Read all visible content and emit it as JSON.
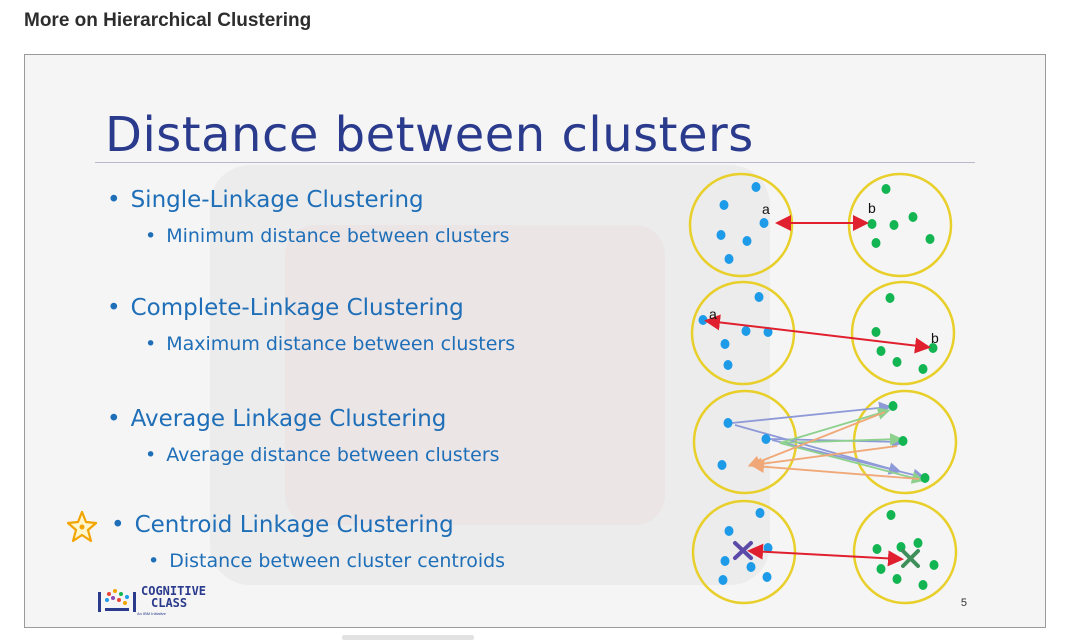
{
  "page": {
    "heading": "More on Hierarchical Clustering"
  },
  "slide": {
    "title": "Distance between clusters",
    "bullets": [
      {
        "label": "Single-Linkage Clustering",
        "sub": "Minimum distance between clusters"
      },
      {
        "label": "Complete-Linkage Clustering",
        "sub": "Maximum distance between clusters"
      },
      {
        "label": "Average Linkage Clustering",
        "sub": "Average distance between clusters"
      },
      {
        "label": "Centroid Linkage Clustering",
        "sub": "Distance between cluster centroids"
      }
    ],
    "bullet_marker": "•",
    "point_labels": {
      "a": "a",
      "b": "b"
    },
    "logo": {
      "line1": "COGNITIVE",
      "line2": "CLASS",
      "tagline": "An IBM Initiative"
    },
    "slide_number": "5",
    "colors": {
      "title": "#2a3a8c",
      "bullet_text": "#1f6fb8",
      "cluster_ring": "#e8cf2a",
      "blue_points": "#1e9be8",
      "green_points": "#13b552",
      "arrow": "#e0202e",
      "star": "#f2a400"
    },
    "icons": [
      "star-icon",
      "cross-icon"
    ]
  }
}
